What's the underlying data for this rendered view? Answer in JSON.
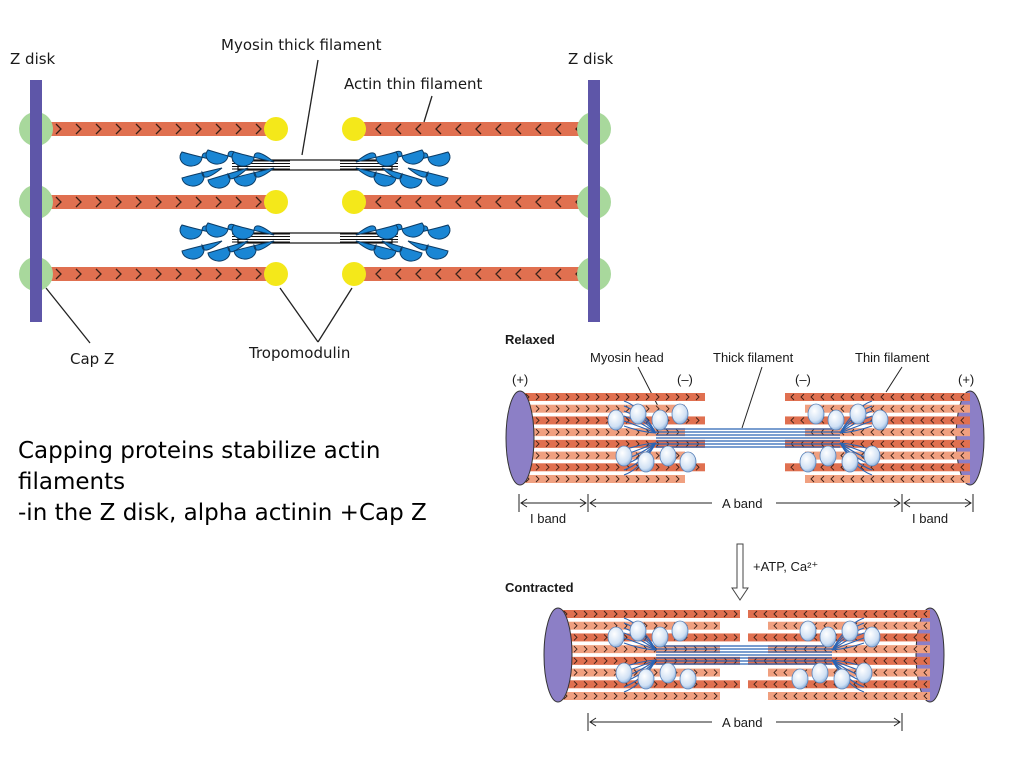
{
  "left_diagram": {
    "z_disk_left": "Z disk",
    "z_disk_right": "Z disk",
    "myosin_label": "Myosin thick filament",
    "actin_label": "Actin thin filament",
    "capz_label": "Cap Z",
    "tropomodulin_label": "Tropomodulin"
  },
  "right_diagram": {
    "relaxed_title": "Relaxed",
    "myosin_head": "Myosin head",
    "thick_filament": "Thick filament",
    "thin_filament": "Thin filament",
    "plus": "(+)",
    "minus": "(–)",
    "i_band": "I band",
    "a_band": "A band",
    "atp": "+ATP, Ca²⁺",
    "contracted_title": "Contracted"
  },
  "caption": {
    "line1": "Capping proteins stabilize actin",
    "line2": "filaments",
    "line3": "-in the Z disk, alpha actinin +Cap Z"
  },
  "colors": {
    "actin": "#e07050",
    "z_disk": "#5e56a8",
    "capz": "#a8d89c",
    "tropomodulin": "#f4e81a",
    "myosin_head": "#1a86d4",
    "disk_oval": "#8c7fc6"
  }
}
